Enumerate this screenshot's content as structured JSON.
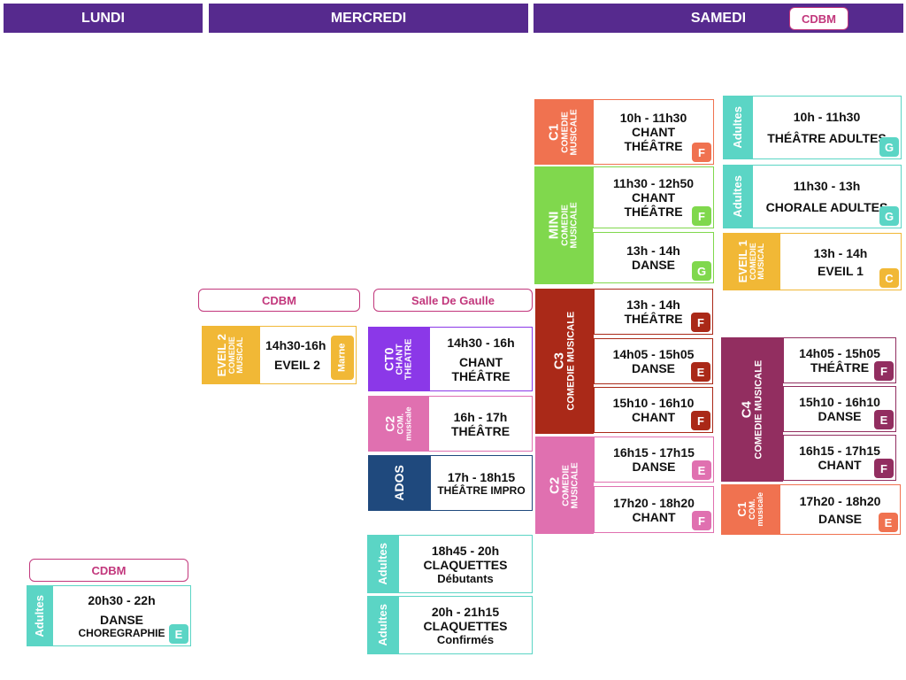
{
  "days": {
    "lundi": "LUNDI",
    "mercredi": "MERCREDI",
    "samedi": "SAMEDI"
  },
  "venues": {
    "samedi_venue": "CDBM",
    "merc_left": "CDBM",
    "merc_right": "Salle De Gaulle",
    "lundi_venue": "CDBM"
  },
  "colors": {
    "header": "#562a8e",
    "venue": "#c2377c",
    "salmon": "#f07250",
    "green": "#80d84d",
    "dark_red": "#aa2918",
    "pink": "#e070b0",
    "plum": "#922e60",
    "teal": "#5bd5c5",
    "yellow": "#f1b836",
    "purple": "#8b38e8",
    "navy": "#1f497d",
    "badge_f": "#f07250",
    "badge_g": "#80d84d",
    "badge_e": "#e070b0"
  },
  "samedi_left": {
    "c1": {
      "side_big": "C1",
      "side_small": "COMEDIE\nMUSICALE",
      "time": "10h - 11h30",
      "l1": "CHANT",
      "l2": "THÉÂTRE",
      "badge": "F"
    },
    "mini1": {
      "time": "11h30 - 12h50",
      "l1": "CHANT",
      "l2": "THÉÂTRE",
      "badge": "F"
    },
    "mini_side": {
      "side_big": "MINI",
      "side_small": "COMEDIE\nMUSICALE"
    },
    "mini2": {
      "time": "13h - 14h",
      "l1": "DANSE",
      "badge": "G"
    },
    "c3_side": {
      "side_big": "C3",
      "side_small": "COMEDIE MUSICALE"
    },
    "c3a": {
      "time": "13h - 14h",
      "l1": "THÉÂTRE",
      "badge": "F"
    },
    "c3b": {
      "time": "14h05 - 15h05",
      "l1": "DANSE",
      "badge": "E"
    },
    "c3c": {
      "time": "15h10 - 16h10",
      "l1": "CHANT",
      "badge": "F"
    },
    "c2_side": {
      "side_big": "C2",
      "side_small": "COMEDIE\nMUSICALE"
    },
    "c2a": {
      "time": "16h15 - 17h15",
      "l1": "DANSE",
      "badge": "E"
    },
    "c2b": {
      "time": "17h20 - 18h20",
      "l1": "CHANT",
      "badge": "F"
    }
  },
  "samedi_right": {
    "ad1": {
      "side": "Adultes",
      "time": "10h - 11h30",
      "l1": "THÉÂTRE ADULTES",
      "badge": "G"
    },
    "ad2": {
      "side": "Adultes",
      "time": "11h30 - 13h",
      "l1": "CHORALE ADULTES",
      "badge": "G"
    },
    "ev1": {
      "side_big": "EVEIL 1",
      "side_small": "COMEDIE\nMUSICAL",
      "time": "13h - 14h",
      "l1": "EVEIL 1",
      "badge": "C"
    },
    "c4_side": {
      "side_big": "C4",
      "side_small": "COMEDIE MUSICALE"
    },
    "c4a": {
      "time": "14h05 - 15h05",
      "l1": "THÉÂTRE",
      "badge": "F"
    },
    "c4b": {
      "time": "15h10 - 16h10",
      "l1": "DANSE",
      "badge": "E"
    },
    "c4c": {
      "time": "16h15 - 17h15",
      "l1": "CHANT",
      "badge": "F"
    },
    "c1b": {
      "side_big": "C1",
      "side_small": "COM.\nmusicale",
      "time": "17h20 - 18h20",
      "l1": "DANSE",
      "badge": "E"
    }
  },
  "mercredi_left": {
    "ev2": {
      "side_big": "EVEIL 2",
      "side_small": "COMEDIE\nMUSICAL",
      "time": "14h30-16h",
      "l1": "EVEIL 2",
      "tag": "Marne"
    }
  },
  "mercredi_right": {
    "ct0": {
      "side_big": "CT0",
      "side_small": "CHANT\nTHEATRE",
      "time": "14h30 - 16h",
      "l1": "CHANT",
      "l2": "THÉÂTRE"
    },
    "c2": {
      "side_big": "C2",
      "side_small": "COM.\nmusicale",
      "time": "16h - 17h",
      "l1": "THÉÂTRE"
    },
    "ados": {
      "side": "ADOS",
      "time": "17h - 18h15",
      "l1": "THÉÂTRE IMPRO"
    },
    "cl1": {
      "side": "Adultes",
      "time": "18h45 - 20h",
      "l1": "CLAQUETTES",
      "l2": "Débutants"
    },
    "cl2": {
      "side": "Adultes",
      "time": "20h - 21h15",
      "l1": "CLAQUETTES",
      "l2": "Confirmés"
    }
  },
  "lundi": {
    "danse": {
      "side": "Adultes",
      "time": "20h30 - 22h",
      "l1": "DANSE",
      "l2": "CHOREGRAPHIE",
      "badge": "E"
    }
  }
}
